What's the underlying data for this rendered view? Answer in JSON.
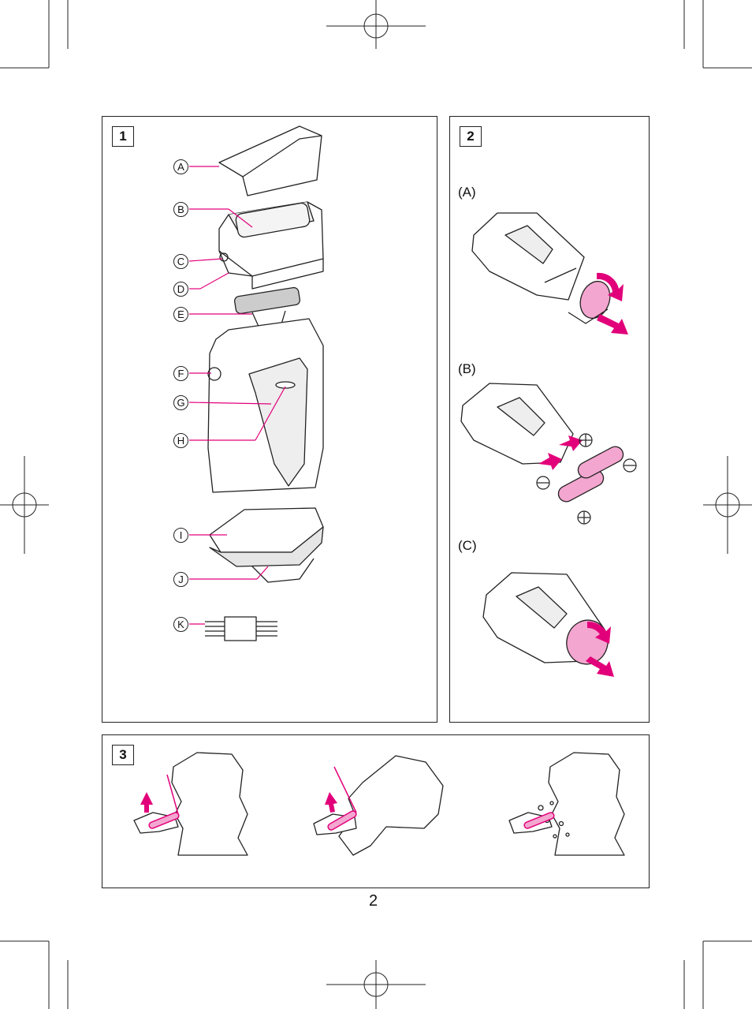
{
  "figure1": {
    "number": "1",
    "part_labels": [
      "A",
      "B",
      "C",
      "D",
      "E",
      "F",
      "G",
      "H",
      "I",
      "J",
      "K"
    ]
  },
  "figure2": {
    "number": "2",
    "steps": [
      "(A)",
      "(B)",
      "(C)"
    ],
    "polarity": {
      "plus": "⊕",
      "minus": "⊖"
    }
  },
  "figure3": {
    "number": "3"
  },
  "page_number": "2",
  "colors": {
    "accent": "#e2007a",
    "line": "#222222",
    "pink_fill": "#f3a6cf"
  }
}
